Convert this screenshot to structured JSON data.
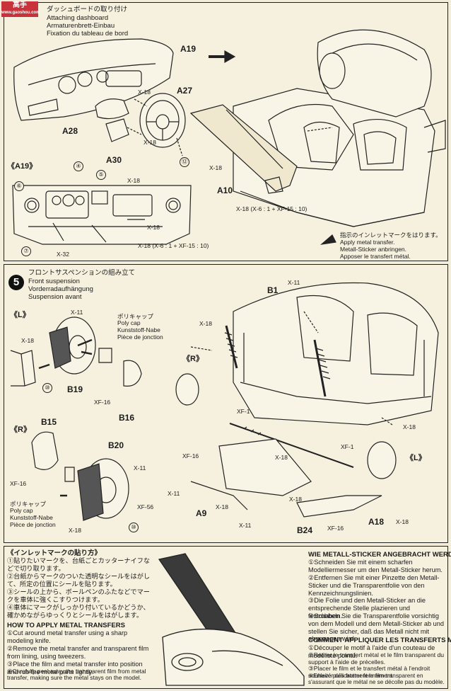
{
  "logo": {
    "line1": "高手",
    "line2": "www.gaoshou.com"
  },
  "step4": {
    "title_ja": "ダッシュボードの取り付け",
    "title_en": "Attaching dashboard",
    "title_de": "Armaturenbrett-Einbau",
    "title_fr": "Fixation du tableau de bord",
    "part_labels": [
      "A19",
      "A27",
      "A28",
      "A30",
      "A10"
    ],
    "detail_label": "《A19》",
    "screw_x18": "X-18",
    "screw_x32": "X-32",
    "paint_mix": "X-18 (X-6 : 1 + XF-15 : 10)",
    "callouts": [
      "④",
      "⑤",
      "⑥",
      "⑦",
      "⑫"
    ],
    "note_ja": "指示のインレットマークをはります。",
    "note_en": "Apply metal transfer.",
    "note_de": "Metall-Sticker anbringen.",
    "note_fr": "Apposer le transfert métal."
  },
  "step5": {
    "number": "5",
    "title_ja": "フロントサスペンションの組み立て",
    "title_en": "Front suspension",
    "title_de": "Vorderradaufhängung",
    "title_fr": "Suspension avant",
    "side_L": "《L》",
    "side_R": "《R》",
    "part_labels": [
      "B19",
      "B16",
      "B15",
      "B20",
      "B1",
      "A9",
      "B24",
      "A18"
    ],
    "paint_codes": [
      "X-11",
      "X-18",
      "XF-16",
      "XF-56",
      "XF-1"
    ],
    "polycap_ja": "ポリキャップ",
    "polycap_en": "Poly cap",
    "polycap_de": "Kunststoff-Nabe",
    "polycap_fr": "Pièce de jonction",
    "callout_10": "⑩"
  },
  "instructions": {
    "ja_heading": "《インレットマークの貼り方》",
    "ja_steps": [
      "①貼りたいマークを、台紙ごとカッターナイフなどで切り取ります。",
      "②台紙からマークのついた透明なシールをはがして、所定の位置にシールを貼ります。",
      "③シールの上から、ボールペンのふたなどでマークを車体に強くこすりつけます。",
      "④車体にマークがしっかり付いているかどうか、確かめながらゆっくりとシールをはがします。"
    ],
    "en_heading": "HOW TO APPLY METAL TRANSFERS",
    "en_steps": [
      "①Cut around metal transfer using a sharp modeling knife.",
      "②Remove the metal transfer and transparent film from lining, using tweezers.",
      "③Place the film and metal transfer into position and rub the metal parts lightly.",
      "④Carefully peel away the transparent film from metal transfer, making sure the metal stays on the model."
    ],
    "de_heading": "WIE METALL-STICKER ANGEBRACHT WERDEN",
    "de_steps": [
      "①Schneiden Sie mit einem scharfen Modelliermesser um den Metall-Sticker herum.",
      "②Entfernen Sie mit einer Pinzette den Metall-Sticker und die Transparentfolie von den Kennzeichnungslinien.",
      "③Die Folie und den Metall-Sticker an die entsprechende Stelle plazieren und festrubbeln.",
      "④Schaben Sie die Transparentfolie vorsichtig von dem Modell und dem Metall-Sticker ab und stellen Sie sicher, daß das Metall nicht mit abgezogen wird."
    ],
    "fr_heading": "COMMENT APPLIQUER LES TRANSFERTS METAL",
    "fr_steps": [
      "①Découper le motif à l'aide d'un couteau de modéliste pointu.",
      "②Retirer le transfert métal et le film transparent du support à l'aide de précelles.",
      "③Placer le film et le transfert métal à l'endroit souhaité puis frotter fermement.",
      "④Enlever délicatement le film transparent en s'assurant que le métal ne se décolle pas du modèle."
    ]
  }
}
